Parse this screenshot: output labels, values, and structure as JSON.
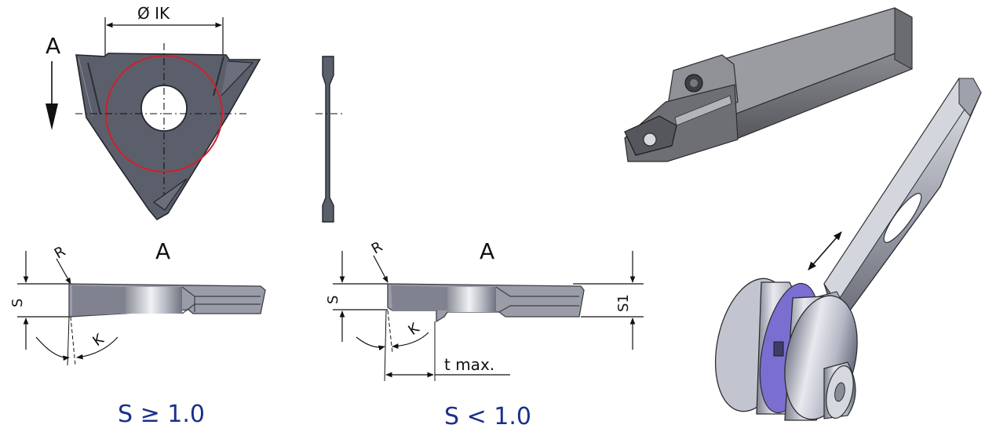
{
  "labels": {
    "ik": "Ø IK",
    "view_a_arrow": "A",
    "view_a_left": "A",
    "view_a_right": "A",
    "r_left": "R",
    "s_left": "S",
    "k_left": "K",
    "r_right": "R",
    "s_right": "S",
    "k_right": "K",
    "s1": "S1",
    "t_max": "t max."
  },
  "captions": {
    "left": "S ≥ 1.0",
    "right": "S < 1.0"
  },
  "colors": {
    "insert_body": "#5a5e6a",
    "insert_edge": "#2a2c33",
    "inscribed_circle": "#d0202a",
    "caption": "#1d2f8a",
    "wheel_face": "#7a6fd0",
    "steel_light": "#c9ccd6"
  }
}
